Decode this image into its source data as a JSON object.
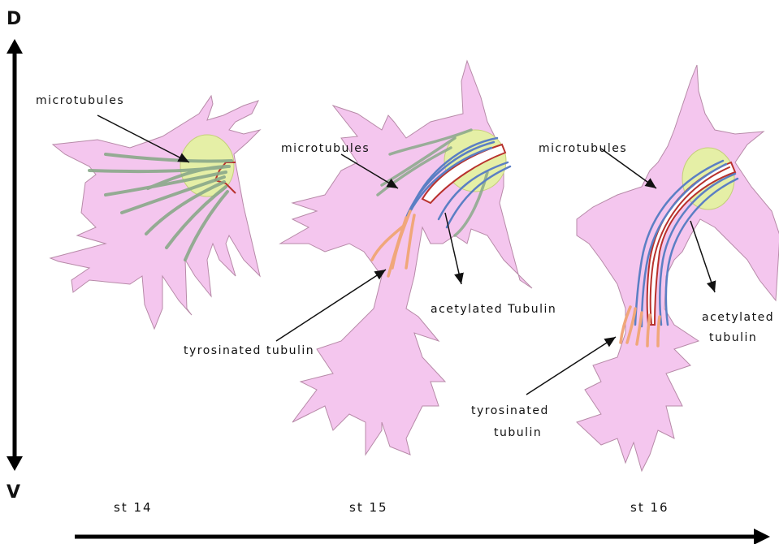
{
  "axis": {
    "top_label": "D",
    "bottom_label": "V"
  },
  "stages": [
    "st 14",
    "st 15",
    "st 16"
  ],
  "labels": {
    "microtubules": "microtubules",
    "acetylated_tubulin_15": "acetylated Tubulin",
    "tyrosinated_tubulin": "tyrosinated tubulin",
    "acetylated": "acetylated",
    "tubulin": "tubulin",
    "tyrosinated": "tyrosinated"
  },
  "colors": {
    "cell": "#f4c6ee",
    "cell_outline": "#b78aa8",
    "nucleus": "#e5efa6",
    "microtubule": "#8aa98a",
    "acetylated": "#5b7fc4",
    "tyrosinated": "#f0a77a",
    "red_line": "#b8322d"
  }
}
